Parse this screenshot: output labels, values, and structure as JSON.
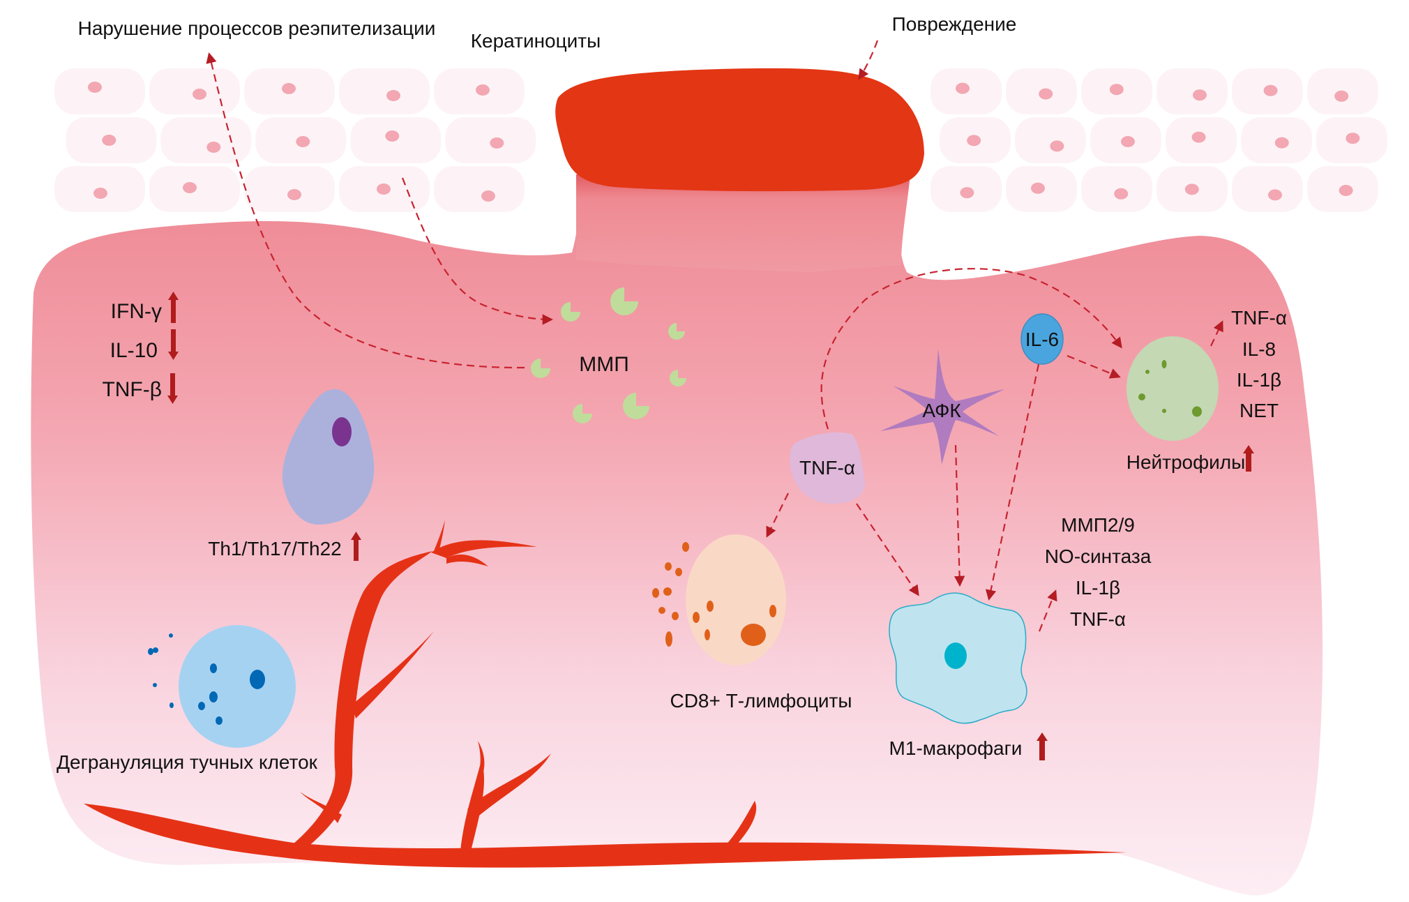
{
  "diagram": {
    "labels": {
      "reepithelization": "Нарушение процессов реэпителизации",
      "keratinocytes": "Кератиноциты",
      "damage": "Повреждение",
      "mmp": "ММП",
      "th_cells": "Th1/Th17/Th22",
      "mast_cells": "Дегрануляция тучных клеток",
      "cd8": "CD8+ Т-лимфоциты",
      "tnf_alpha_node": "TNF-α",
      "ros": "АФК",
      "il6": "IL-6",
      "neutrophils": "Нейтрофилы",
      "m1_macrophages": "М1-макрофаги"
    },
    "cytokine_changes": [
      {
        "name": "IFN-γ",
        "direction": "up"
      },
      {
        "name": "IL-10",
        "direction": "down"
      },
      {
        "name": "TNF-β",
        "direction": "down"
      }
    ],
    "neutrophil_products": [
      "TNF-α",
      "IL-8",
      "IL-1β",
      "NET"
    ],
    "macrophage_products": [
      "ММП2/9",
      "NO-синтаза",
      "IL-1β",
      "TNF-α"
    ],
    "increase_markers": {
      "th_cells": "up",
      "neutrophils": "up",
      "m1_macrophages": "up"
    },
    "colors": {
      "wound": "#e33614",
      "tissue_top": "#f08c95",
      "tissue_bottom": "#fce9f0",
      "vessel": "#e53217",
      "arrow": "#c8232f",
      "indicator_arrow": "#b01c1c",
      "th_cell": "#acb1dc",
      "th_nucleus": "#7a3490",
      "mast_cell": "#a6d2f2",
      "mast_granule": "#0068b5",
      "cd8_cell": "#fad8c6",
      "cd8_granule": "#e0601a",
      "tnf_node": "#dfb8da",
      "ros_star": "#b07bbf",
      "il6_node": "#4aa5de",
      "neutrophil": "#c4d8b3",
      "neutrophil_granule": "#6e9a2e",
      "macrophage": "#bfe4ef",
      "macrophage_nucleus": "#00b3cc",
      "mmp": "#c0dc9b"
    }
  }
}
